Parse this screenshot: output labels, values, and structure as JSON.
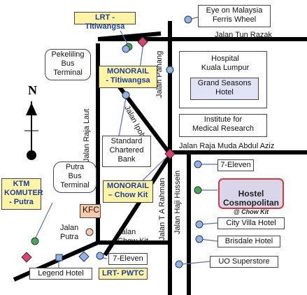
{
  "roads": {
    "tun_razak": "Jalan Tun Razak",
    "pahang": "Jalan Pahang",
    "ipoh": "Jalan Ipoh",
    "raja_laut": "Jalan Raja Laut",
    "raja_muda": "Jalan Raja Muda Abdul Aziz",
    "ta_rahman": "Jalan T A Rahman",
    "haji_hussein": "Jalan Haji Hussein",
    "jalan_putra": "Jalan\nPutra",
    "chow_kit": "Jalan\nChow Kit"
  },
  "places": {
    "lrt_titiwangsa": "LRT -Titiwangsa",
    "eye_malaysia": "Eye on Malaysia\nFerris Wheel",
    "pekeliling": "Pekeliling\nBus\nTerminal",
    "monorail_titiwangsa": "MONORAIL\n- Titiwangsa",
    "hospital": "Hospital\nKuala Lumpur",
    "grand_seasons": "Grand Seasons\nHotel",
    "institute": "Institute for\nMedical Research",
    "standard_chartered": "Standard\nChartered\nBank",
    "seven_eleven_top": "7-Eleven",
    "monorail_chowkit": "MONORAIL\n– Chow Kit",
    "putra_bus": "Putra\nBus\nTerminal",
    "ktm": "KTM\nKOMUTER\n- Putra",
    "kfc": "KFC",
    "hostel_name": "Hostel\nCosmopolitan",
    "hostel_sub": "@ Chow Kit",
    "city_villa": "City Villa Hotel",
    "brisdale": "Brisdale Hotel",
    "seven_eleven_bottom": "7-Eleven",
    "uo_superstore": "UO Superstore",
    "legend_hotel": "Legend Hotel",
    "lrt_pwtc": "LRT- PWTC"
  },
  "compass": {
    "north_label": "N"
  },
  "colors": {
    "road": "#000000",
    "marker_blue": "#8fb4e8",
    "marker_green": "#44a850",
    "marker_pink": "#e0406a",
    "station_yellow": "#fff3a6",
    "station_text": "#1a3fa0",
    "hostel_border": "#d23a3a",
    "leader": "#5a6fc0"
  }
}
